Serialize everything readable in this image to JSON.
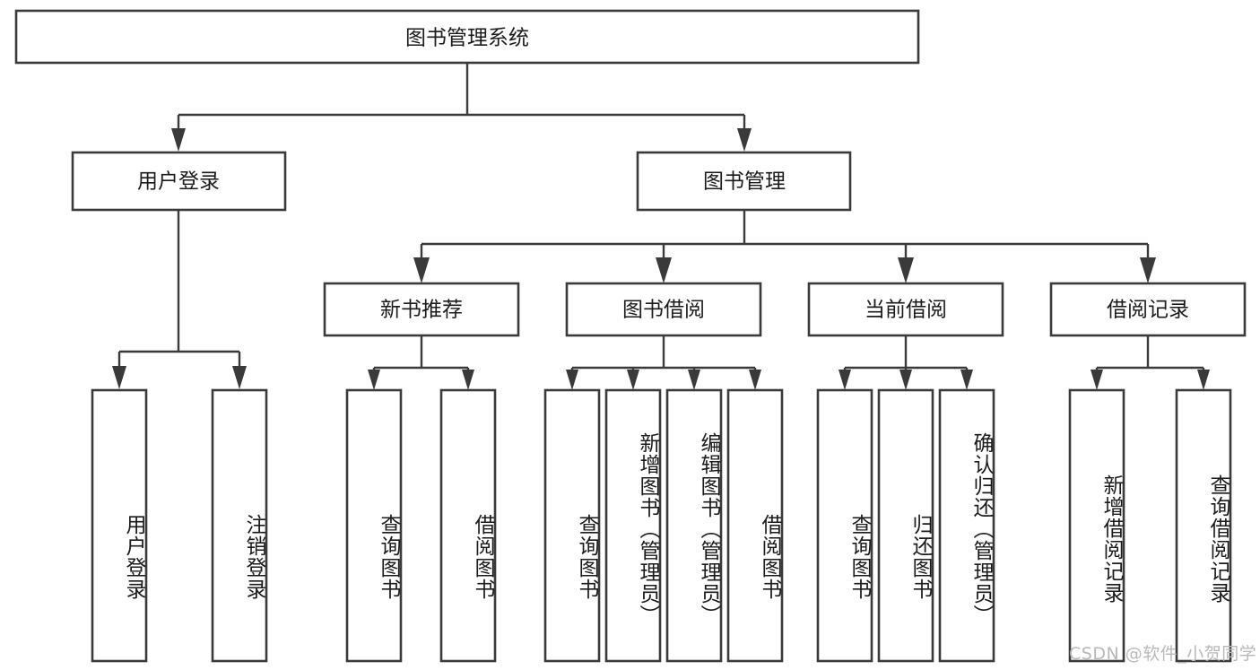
{
  "diagram": {
    "type": "tree",
    "title": "图书管理系统",
    "orientation": "top-down",
    "colors": {
      "background": "#ffffff",
      "box_fill": "#ffffff",
      "box_stroke": "#3a3a3a",
      "text": "#1b1b1b",
      "watermark": "#b9b9b9"
    },
    "root": {
      "label": "图书管理系统"
    },
    "level2": [
      {
        "label": "用户登录"
      },
      {
        "label": "图书管理"
      }
    ],
    "level3": [
      {
        "label": "新书推荐"
      },
      {
        "label": "图书借阅"
      },
      {
        "label": "当前借阅"
      },
      {
        "label": "借阅记录"
      }
    ],
    "leaves": {
      "user_login": [
        {
          "label": "用户登录"
        },
        {
          "label": "注销登录"
        }
      ],
      "new_book_rec": [
        {
          "label": "查询图书"
        },
        {
          "label": "借阅图书"
        }
      ],
      "book_borrow": [
        {
          "label": "查询图书"
        },
        {
          "label": "新增图书（管理员）"
        },
        {
          "label": "编辑图书（管理员）"
        },
        {
          "label": "借阅图书"
        }
      ],
      "current_borrow": [
        {
          "label": "查询图书"
        },
        {
          "label": "归还图书"
        },
        {
          "label": "确认归还（管理员）"
        }
      ],
      "borrow_record": [
        {
          "label": "新增借阅记录"
        },
        {
          "label": "查询借阅记录"
        }
      ]
    }
  },
  "watermark": {
    "text": "CSDN @软件_小贺同学"
  }
}
